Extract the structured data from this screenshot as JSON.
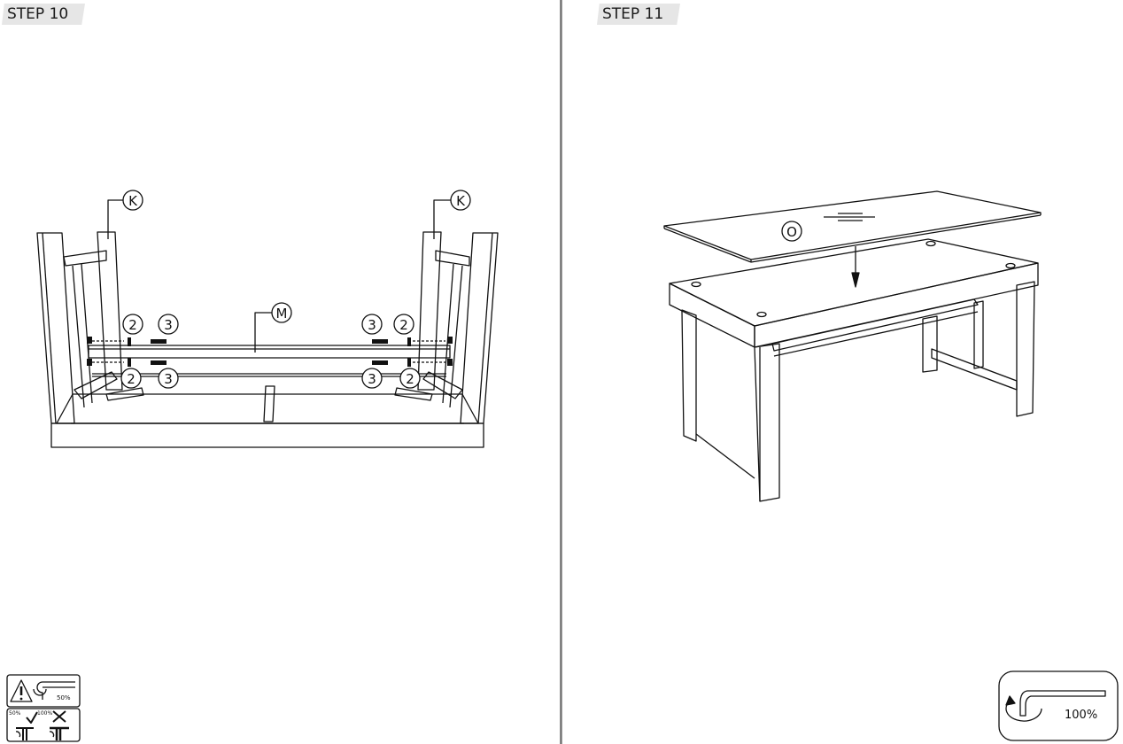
{
  "step10": {
    "title": "STEP 10",
    "callouts": {
      "leg_left": "K",
      "leg_right": "K",
      "rail": "M",
      "washer": "2",
      "bolt": "3"
    }
  },
  "step11": {
    "title": "STEP 11",
    "callouts": {
      "glass_top": "O"
    }
  },
  "icons": {
    "warning_tool_percent": "50%",
    "check_percent": "50%",
    "cross_percent": "100%",
    "allen_key_percent": "100%"
  }
}
